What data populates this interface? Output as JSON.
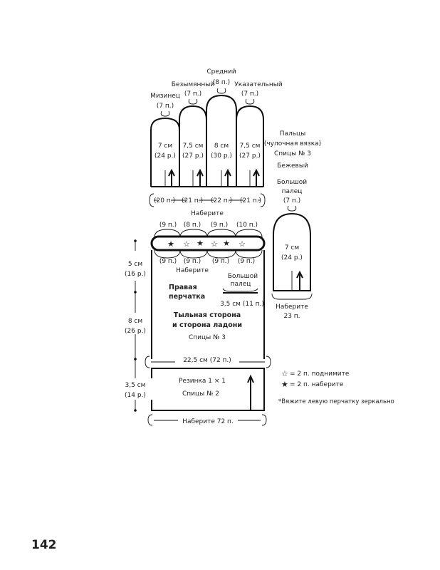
{
  "fingers": {
    "title_line1": "Пальцы",
    "title_line2": "(чулочная вязка)",
    "needles": "Спицы № 3",
    "color": "Бежевый",
    "items": [
      {
        "name": "Мизинец",
        "top_st": "(7 п.)",
        "height_cm": "7 см",
        "height_st": "(24 р.)",
        "base_st": "(20 п.)"
      },
      {
        "name": "Безымянный",
        "top_st": "(7 п.)",
        "height_cm": "7,5 см",
        "height_st": "(27 р.)",
        "base_st": "(21 п.)"
      },
      {
        "name": "Средний",
        "top_st": "(8 п.)",
        "height_cm": "8 см",
        "height_st": "(30 р.)",
        "base_st": "(22 п.)"
      },
      {
        "name": "Указательный",
        "top_st": "(7 п.)",
        "height_cm": "7,5 см",
        "height_st": "(27 р.)",
        "base_st": "(21 п.)"
      }
    ]
  },
  "thumb": {
    "name_line1": "Большой",
    "name_line2": "палец",
    "top_st": "(7 п.)",
    "height_cm": "7 см",
    "height_st": "(24 р.)",
    "cast_on_line1": "Наберите",
    "cast_on_line2": "23 п."
  },
  "palm": {
    "cast_on_top": "Наберите",
    "cast_on_bottom": "Наберите",
    "top_counts": [
      "(9 п.)",
      "(8 п.)",
      "(9 п.)",
      "(10 п.)"
    ],
    "bottom_counts": [
      "(9 п.)",
      "(9 п.)",
      "(9 п.)",
      "(9 п.)"
    ],
    "title_line1": "Правая",
    "title_line2": "перчатка",
    "thumb_label_line1": "Большой",
    "thumb_label_line2": "палец",
    "thumb_gap": "3,5 см (11 п.)",
    "sides_line1": "Тыльная сторона",
    "sides_line2": "и сторона ладони",
    "needles": "Спицы № 3",
    "width": "22,5 см (72 п.)"
  },
  "ribbing": {
    "name": "Резинка 1 × 1",
    "needles": "Спицы № 2",
    "cast_on": "Наберите 72 п."
  },
  "heights": [
    {
      "cm": "5 см",
      "rows": "(16 р.)"
    },
    {
      "cm": "8 см",
      "rows": "(26 р.)"
    },
    {
      "cm": "3,5 см",
      "rows": "(14 р.)"
    }
  ],
  "legend": {
    "pick_up": "= 2 п. поднимите",
    "cast_on": "= 2 п. наберите",
    "note": "*Вяжите левую перчатку зеркально"
  },
  "page_number": "142"
}
